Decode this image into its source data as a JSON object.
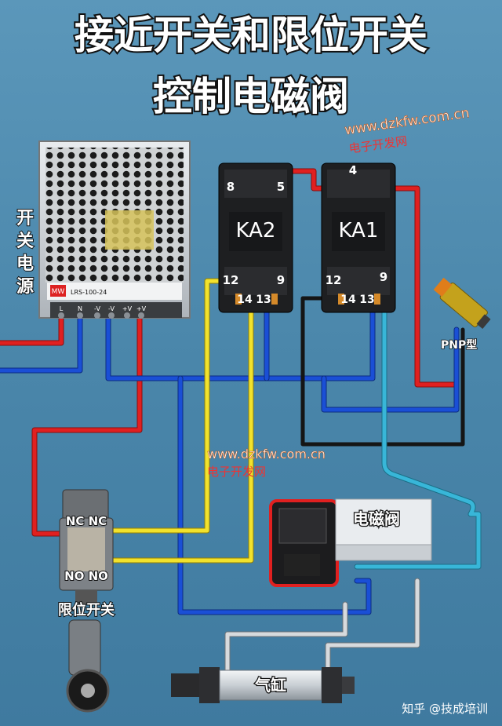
{
  "title": {
    "line1": "接近开关和限位开关",
    "line2": "控制电磁阀"
  },
  "watermark": {
    "url": "www.dzkfw.com.cn",
    "name": "电子开发网"
  },
  "power": {
    "label_chars": [
      "开",
      "关",
      "电",
      "源"
    ],
    "model": "LRS-100-24",
    "brand": "MW",
    "terminals": [
      "L",
      "N",
      "-V",
      "-V",
      "+V",
      "+V"
    ]
  },
  "relay_ka2": {
    "name": "KA2",
    "pins": {
      "p8": "8",
      "p5": "5",
      "p12": "12",
      "p9": "9",
      "p14": "14",
      "p13": "13"
    }
  },
  "relay_ka1": {
    "name": "KA1",
    "pins": {
      "p4": "4",
      "p12": "12",
      "p9": "9",
      "p14": "14",
      "p13": "13"
    }
  },
  "sensor": {
    "label": "PNP型"
  },
  "valve": {
    "label": "电磁阀"
  },
  "limit_switch": {
    "nc_label": "NC NC",
    "no_label": "NO NO",
    "label": "限位开关"
  },
  "cylinder": {
    "label": "气缸"
  },
  "footer": {
    "credit": "知乎 @技成培训"
  },
  "colors": {
    "red": "#e02020",
    "blue": "#1a4fd6",
    "yellow": "#f2e22c",
    "black": "#151515",
    "cyan": "#38b6d8",
    "gray": "#c8ccd0"
  }
}
